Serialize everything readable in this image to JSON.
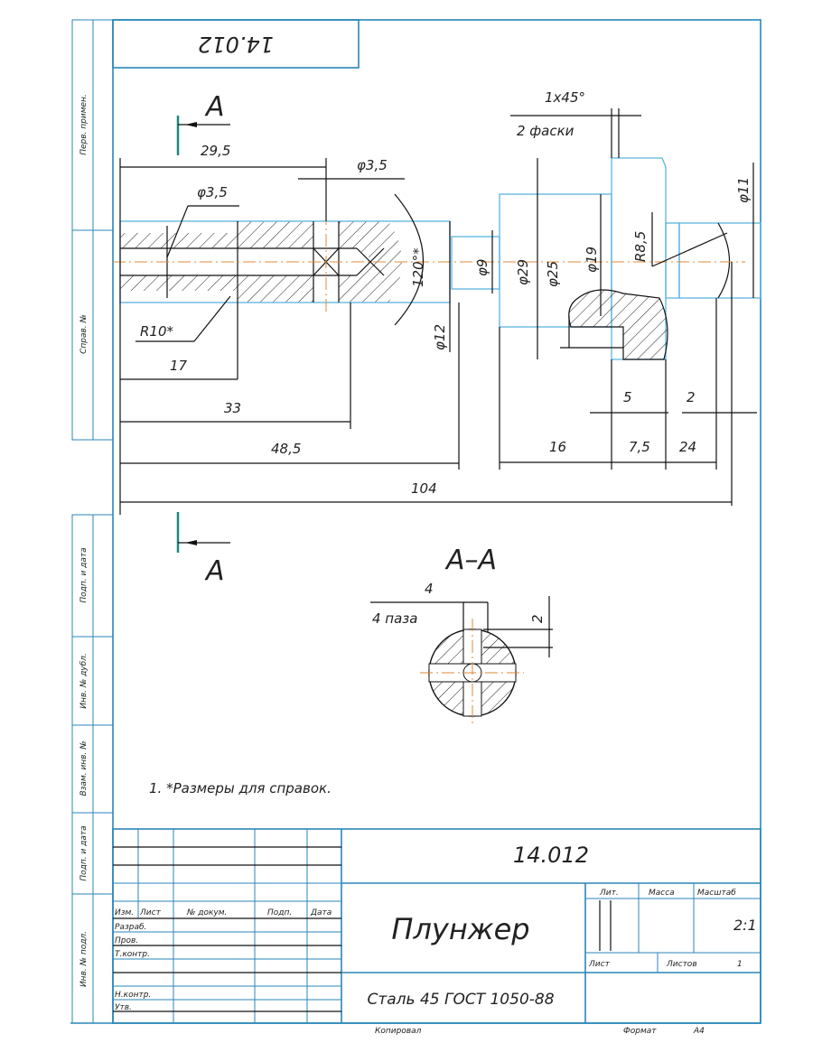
{
  "drawing_number": "14.012",
  "side_strip": [
    "Перв. примен.",
    "Справ. №",
    "Подп. и дата",
    "Инв. № дубл.",
    "Взам. инв. №",
    "Подп. и дата",
    "Инв. № подл."
  ],
  "section": {
    "mark_top": "A",
    "mark_bottom": "A",
    "view_title": "A–A",
    "slot_width": "4",
    "slot_depth": "2",
    "slot_note": "4 паза"
  },
  "dims": {
    "d29_5": "29,5",
    "phi3_5_a": "φ3,5",
    "phi3_5_b": "φ3,5",
    "r10": "R10*",
    "angle": "120°*",
    "phi12": "φ12",
    "phi9": "φ9",
    "phi29": "φ29",
    "phi25": "φ25",
    "phi19": "φ19",
    "r8_5": "R8,5",
    "phi11": "φ11",
    "chamfer": "1x45°",
    "chamfer_note": "2 фаски",
    "d17": "17",
    "d33": "33",
    "d48_5": "48,5",
    "d104": "104",
    "d16": "16",
    "d7_5": "7,5",
    "d24": "24",
    "d5": "5",
    "d2": "2"
  },
  "note": "1.  *Размеры для справок.",
  "title_block": {
    "designation": "14.012",
    "name": "Плунжер",
    "material": "Сталь 45 ГОСТ 1050-88",
    "headers": {
      "izm": "Изм.",
      "list": "Лист",
      "doc": "№ докум.",
      "sign": "Подп.",
      "date": "Дата"
    },
    "roles": {
      "dev": "Разраб.",
      "check": "Пров.",
      "tcontrol": "Т.контр.",
      "ncontrol": "Н.контр.",
      "approve": "Утв."
    },
    "lit": "Лит.",
    "mass": "Масса",
    "scale_label": "Масштаб",
    "scale": "2:1",
    "sheet": "Лист",
    "sheets": "Листов",
    "sheets_count": "1",
    "copied": "Копировал",
    "format_label": "Формат",
    "format": "A4"
  }
}
